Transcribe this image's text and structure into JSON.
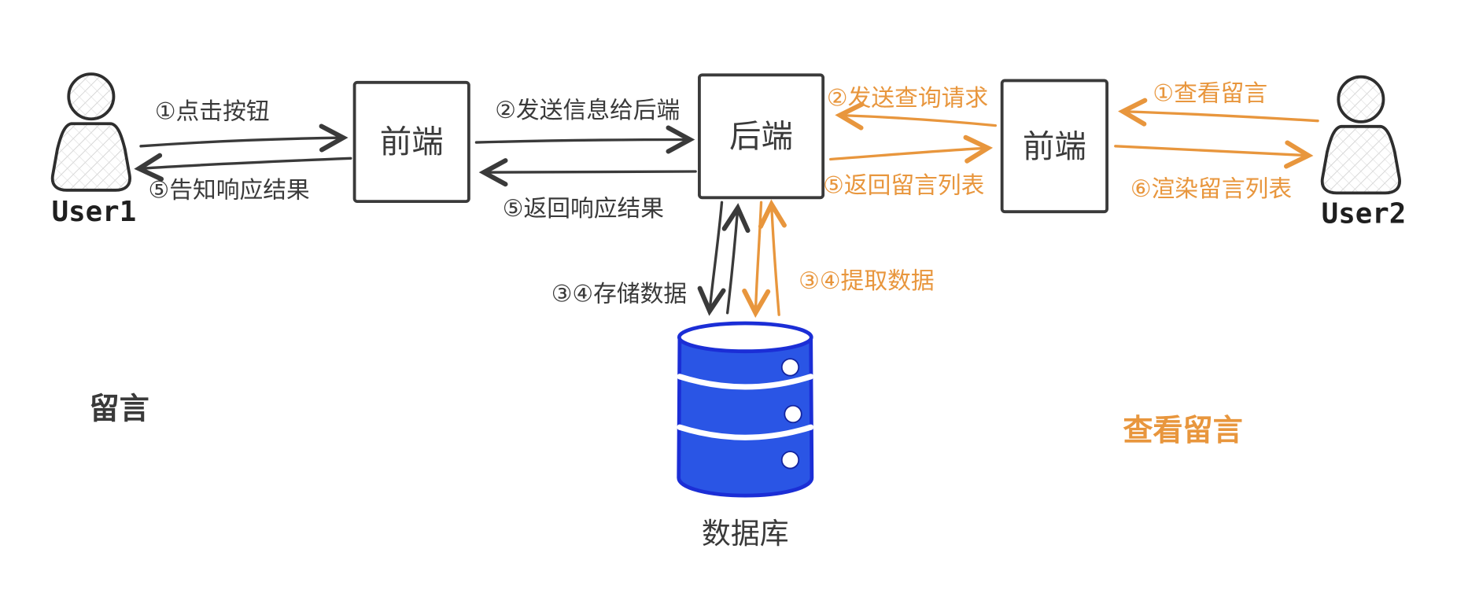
{
  "colors": {
    "dark": "#3a3a3a",
    "orange": "#e8963d",
    "database_fill": "#2a55e5",
    "database_stroke": "#1b2ed6"
  },
  "actors": {
    "user1_label": "User1",
    "user2_label": "User2"
  },
  "nodes": {
    "frontend_left_label": "前端",
    "backend_label": "后端",
    "frontend_right_label": "前端",
    "database_label": "数据库"
  },
  "arrows": {
    "click_button": "①点击按钮",
    "notify_response": "⑤告知响应结果",
    "send_info_to_backend": "②发送信息给后端",
    "return_response": "⑤返回响应结果",
    "store_data": "③④存储数据",
    "extract_data": "③④提取数据",
    "send_query_request": "②发送查询请求",
    "return_message_list": "⑤返回留言列表",
    "view_messages": "①查看留言",
    "render_message_list": "⑥渲染留言列表"
  },
  "sections": {
    "left_flow_label": "留言",
    "right_flow_label": "查看留言"
  }
}
